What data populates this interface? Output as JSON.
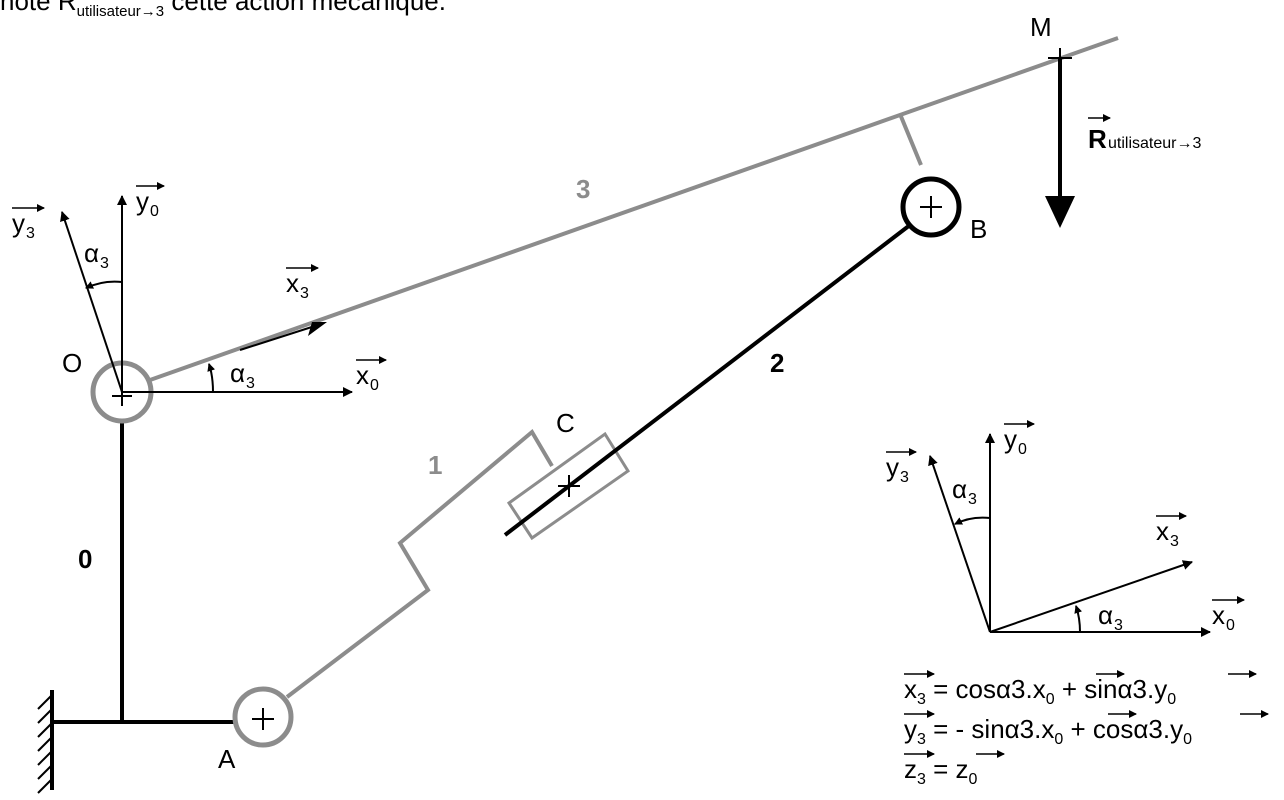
{
  "caption": {
    "prefix": "note R",
    "sub": "utilisateur→3",
    "suffix": " cette action mécanique."
  },
  "points": {
    "O": "O",
    "A": "A",
    "B": "B",
    "C": "C",
    "M": "M"
  },
  "parts": {
    "p0": "0",
    "p1": "1",
    "p2": "2",
    "p3": "3"
  },
  "vectors": {
    "x0": "x",
    "y0": "y",
    "x3": "x",
    "y3": "y",
    "z0": "z",
    "z3": "z",
    "sub0": "0",
    "sub3": "3"
  },
  "angle": {
    "symbol": "α",
    "sub": "3"
  },
  "force": {
    "symbol": "R",
    "sub": "utilisateur→3"
  },
  "equations": {
    "eq1": {
      "lhs": "x",
      "lhs_sub": "3",
      "t1": " = cosα3.",
      "v1": "x",
      "v1_sub": "0",
      "t2": " + sinα3.",
      "v2": "y",
      "v2_sub": "0"
    },
    "eq2": {
      "lhs": "y",
      "lhs_sub": "3",
      "t1": " = - sinα3.",
      "v1": "x",
      "v1_sub": "0",
      "t2": " + cosα3.",
      "v2": "y",
      "v2_sub": "0"
    },
    "eq3": {
      "lhs": "z",
      "lhs_sub": "3",
      "t1": " = ",
      "v1": "z",
      "v1_sub": "0"
    }
  },
  "colors": {
    "grey": "#8c8c8c",
    "black": "#000000"
  }
}
